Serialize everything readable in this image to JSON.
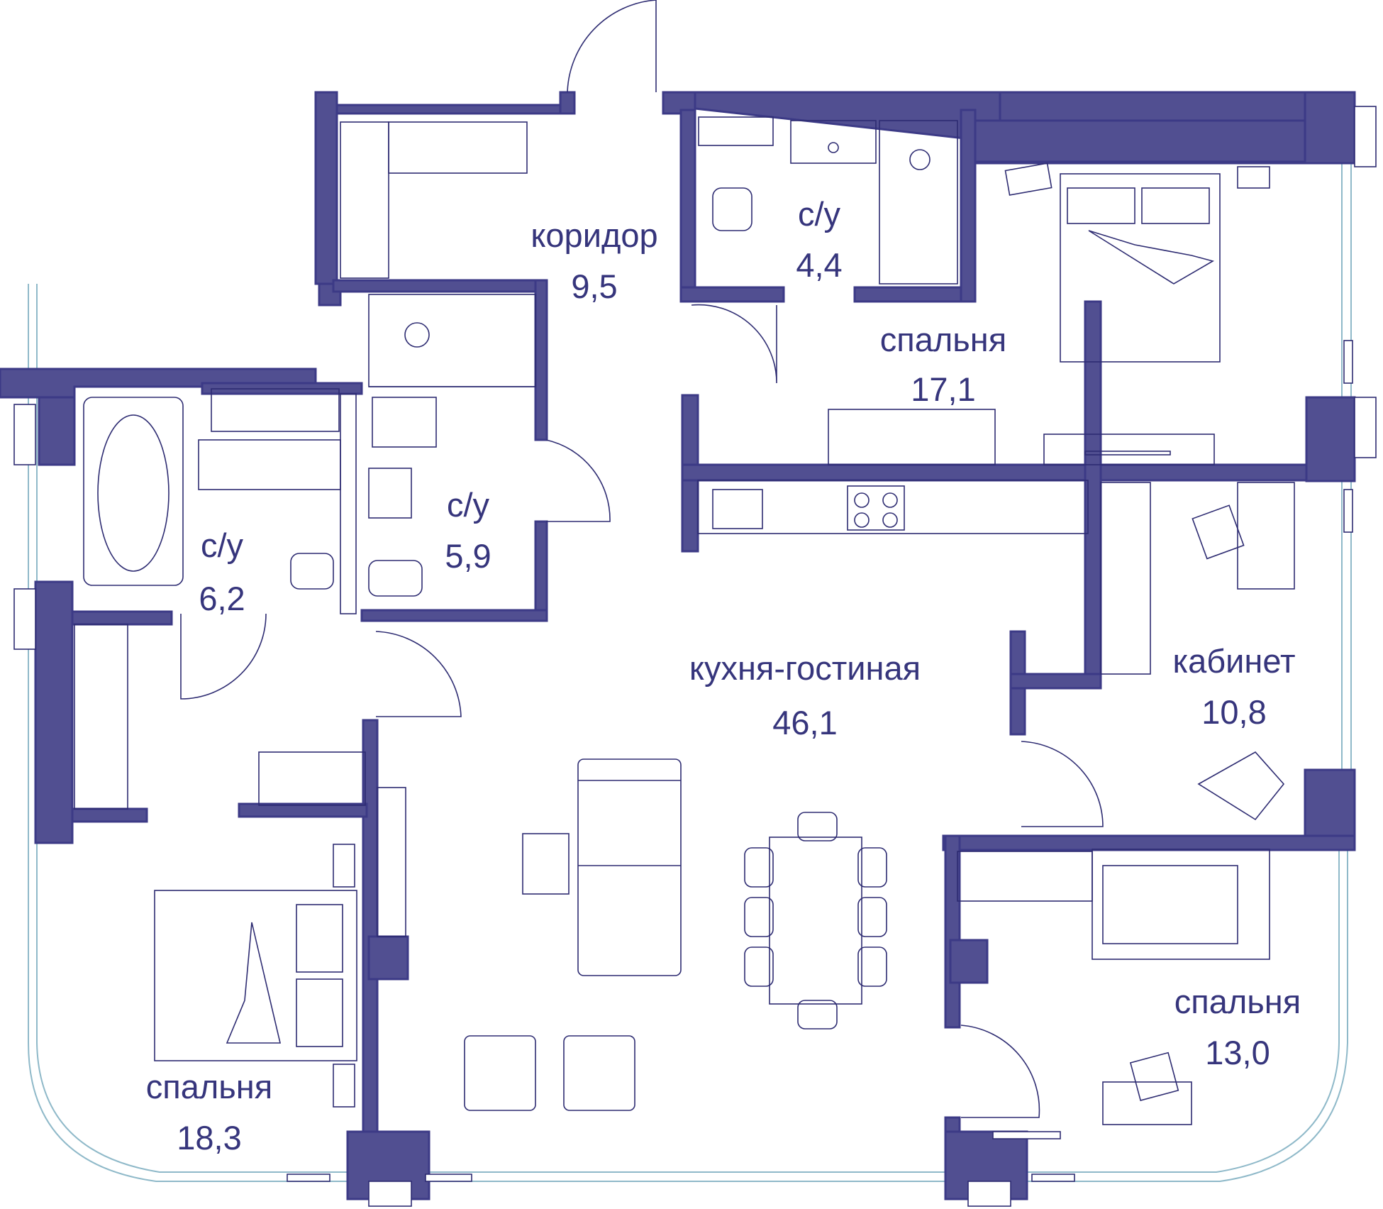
{
  "colors": {
    "wall_fill": "#514f91",
    "wall_stroke": "#3c3a86",
    "line": "#2e2c72",
    "label": "#36357c",
    "window_glass": "#8fb9c9"
  },
  "rooms": [
    {
      "id": "corridor",
      "name": "коридор",
      "area": "9,5"
    },
    {
      "id": "bath-4",
      "name": "с/у",
      "area": "4,4"
    },
    {
      "id": "bedroom-17",
      "name": "спальня",
      "area": "17,1"
    },
    {
      "id": "bath-5",
      "name": "с/у",
      "area": "5,9"
    },
    {
      "id": "bath-6",
      "name": "с/у",
      "area": "6,2"
    },
    {
      "id": "kitchen-living",
      "name": "кухня-гостиная",
      "area": "46,1"
    },
    {
      "id": "study",
      "name": "кабинет",
      "area": "10,8"
    },
    {
      "id": "bedroom-13",
      "name": "спальня",
      "area": "13,0"
    },
    {
      "id": "bedroom-18",
      "name": "спальня",
      "area": "18,3"
    }
  ]
}
